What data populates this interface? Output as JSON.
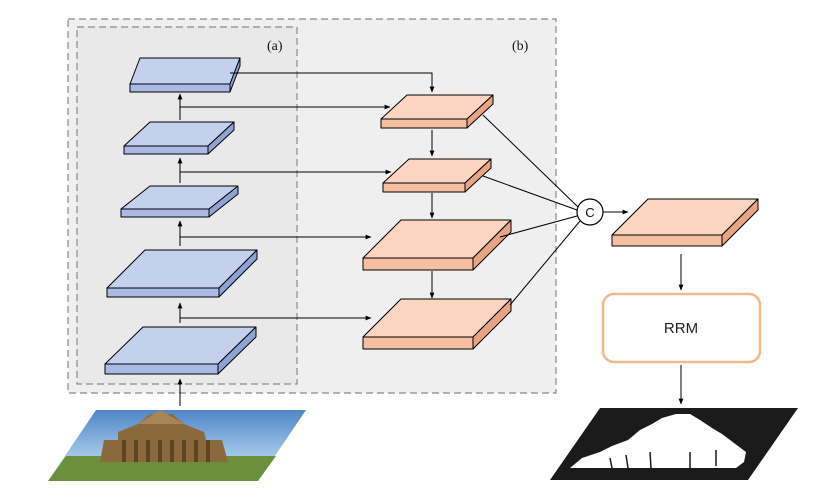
{
  "labels": {
    "group_a": "(a)",
    "group_b": "(b)",
    "concat": "C",
    "rrm": "RRM"
  },
  "colors": {
    "encoder_top": "#c3d0ee",
    "encoder_front": "#a9bbe4",
    "encoder_side": "#8ea4d6",
    "decoder_top": "#fbd5c0",
    "decoder_front": "#f6bfa1",
    "decoder_side": "#e8a483",
    "rrm_border": "#f1b98b",
    "region_a": "#eaeaea",
    "region_b": "#efefef"
  },
  "icons": {
    "input": "building-photo",
    "output": "saliency-mask"
  }
}
